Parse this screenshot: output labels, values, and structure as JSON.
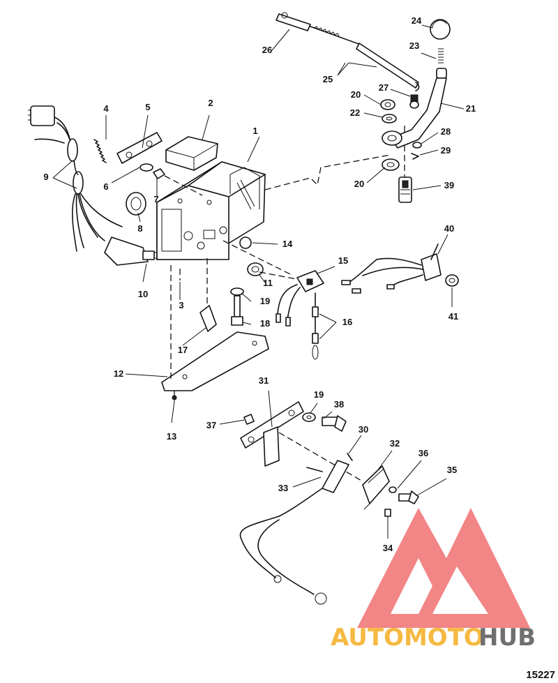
{
  "figure_number": "15227",
  "part_numbers": [
    "1",
    "2",
    "3",
    "4",
    "5",
    "6",
    "7",
    "8",
    "9",
    "10",
    "11",
    "12",
    "13",
    "14",
    "15",
    "16",
    "17",
    "18",
    "19",
    "20",
    "20",
    "21",
    "22",
    "23",
    "24",
    "25",
    "26",
    "27",
    "28",
    "29",
    "30",
    "31",
    "32",
    "33",
    "34",
    "35",
    "36",
    "37",
    "38",
    "39",
    "40",
    "41",
    "19"
  ],
  "watermark": {
    "text_a": "AUTOMOTO",
    "text_b": "HUB",
    "color_a": "#f5b942",
    "color_b": "#6f6f6f",
    "logo_color": "#f07070"
  },
  "colors": {
    "line": "#111111",
    "background": "#ffffff"
  }
}
